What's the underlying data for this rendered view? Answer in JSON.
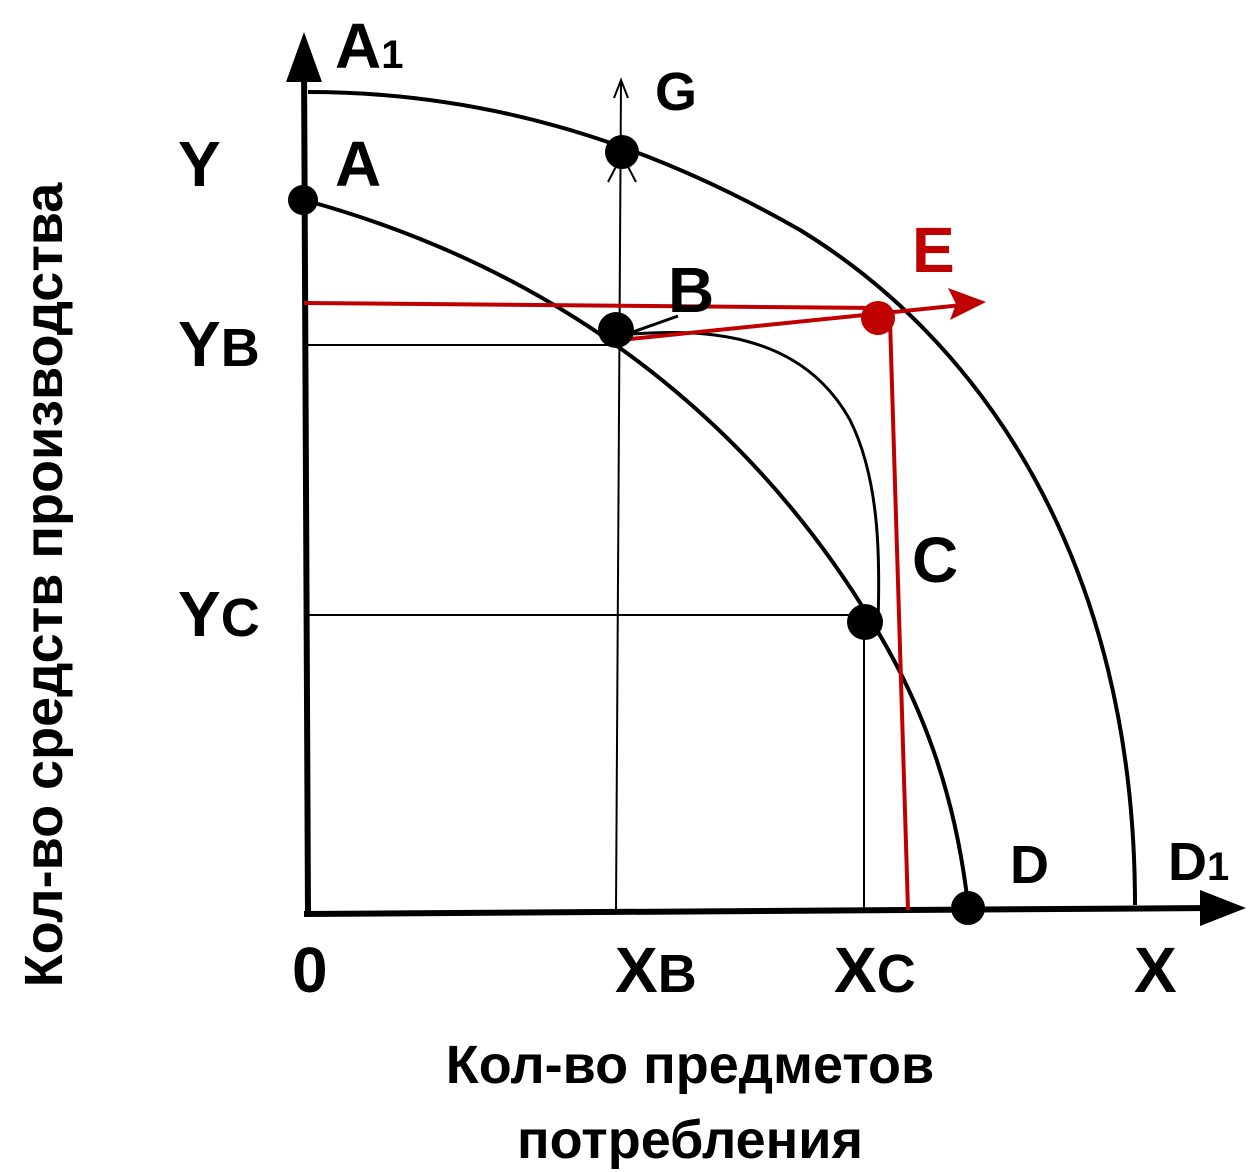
{
  "labels": {
    "A1": "A",
    "A1_sub": "1",
    "A": "A",
    "G": "G",
    "B": "B",
    "E": "E",
    "C": "C",
    "D": "D",
    "D1": "D",
    "D1_sub": "1",
    "Y": "Y",
    "YB": "Y",
    "YB_sub": "B",
    "YC": "Y",
    "YC_sub": "C",
    "origin": "0",
    "XB": "X",
    "XB_sub": "B",
    "XC": "X",
    "XC_sub": "C",
    "X": "X"
  },
  "axis_titles": {
    "x_line1": "Кол-во предметов",
    "x_line2": "потребления",
    "y": "Кол-во средств производства"
  },
  "colors": {
    "black": "#000000",
    "accent": "#c00000"
  }
}
